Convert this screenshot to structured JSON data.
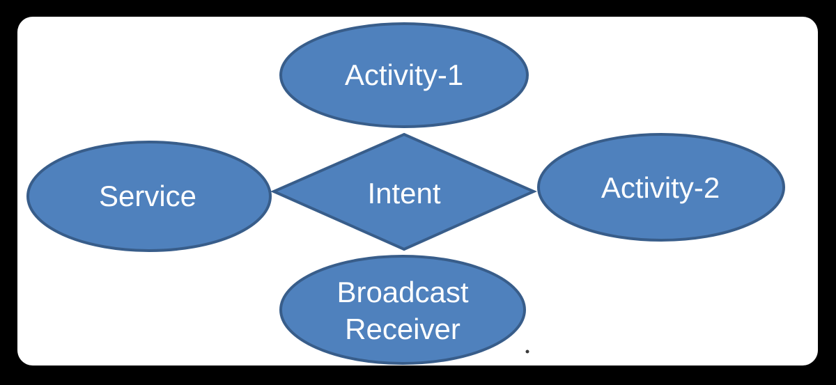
{
  "diagram": {
    "type": "concept-diagram",
    "description": "Android Intent connecting application components",
    "colors": {
      "canvas_background": "#000000",
      "panel_background": "#ffffff",
      "node_fill": "#4f81bd",
      "node_border": "#385d8a",
      "node_text": "#ffffff"
    },
    "nodes": {
      "activity_1": {
        "label": "Activity-1",
        "shape": "ellipse",
        "position": "top"
      },
      "service": {
        "label": "Service",
        "shape": "ellipse",
        "position": "left"
      },
      "intent": {
        "label": "Intent",
        "shape": "diamond",
        "position": "center"
      },
      "activity_2": {
        "label": "Activity-2",
        "shape": "ellipse",
        "position": "right"
      },
      "broadcast_receiver": {
        "label": "Broadcast Receiver",
        "label_line1": "Broadcast",
        "label_line2": "Receiver",
        "shape": "ellipse",
        "position": "bottom"
      }
    }
  }
}
